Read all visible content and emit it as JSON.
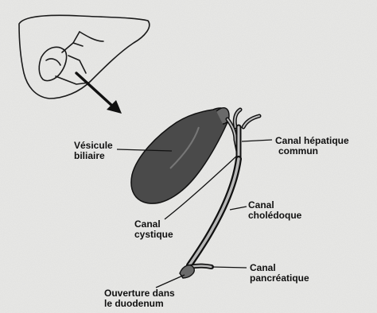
{
  "labels": {
    "vesicule": [
      "Vésicule",
      "biliaire"
    ],
    "hepatique": [
      "Canal hépatique",
      "commun"
    ],
    "choledoque": [
      "Canal",
      "cholédoque"
    ],
    "cystique": [
      "Canal",
      "cystique"
    ],
    "pancreatique": [
      "Canal",
      "pancréatique"
    ],
    "ouverture": [
      "Ouverture dans",
      "le duodenum"
    ]
  }
}
